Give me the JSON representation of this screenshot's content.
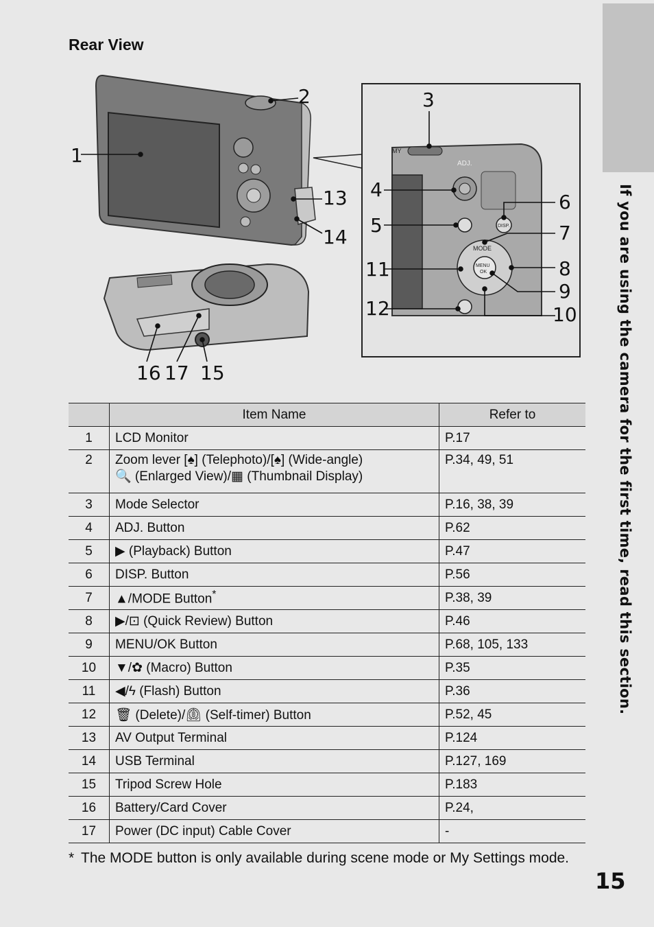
{
  "heading": "Rear View",
  "side_title": "If you are using the camera for the first time, read this section.",
  "page_number": "15",
  "figure_labels": {
    "adj": "ADJ.",
    "disp": "DISP.",
    "mode": "MODE",
    "menu": "MENU",
    "ok": "OK",
    "my": "MY"
  },
  "callouts": [
    "1",
    "2",
    "3",
    "4",
    "5",
    "6",
    "7",
    "8",
    "9",
    "10",
    "11",
    "12",
    "13",
    "14",
    "15",
    "16",
    "17"
  ],
  "table": {
    "headers": [
      "",
      "Item Name",
      "Refer to"
    ],
    "rows": [
      {
        "num": "1",
        "name": "LCD Monitor",
        "ref": "P.17"
      },
      {
        "num": "2",
        "name": "Zoom lever [♠] (Telephoto)/[♠] (Wide-angle)",
        "name2": "🔍 (Enlarged View)/▦ (Thumbnail Display)",
        "ref": "P.34, 49, 51"
      },
      {
        "num": "3",
        "name": "Mode Selector",
        "ref": "P.16, 38, 39"
      },
      {
        "num": "4",
        "name": "ADJ. Button",
        "ref": "P.62"
      },
      {
        "num": "5",
        "name": "▶ (Playback) Button",
        "ref": "P.47"
      },
      {
        "num": "6",
        "name": "DISP. Button",
        "ref": "P.56"
      },
      {
        "num": "7",
        "name": "▲/MODE Button",
        "ref": "P.38, 39"
      },
      {
        "num": "8",
        "name": "▶/⊡ (Quick Review) Button",
        "ref": "P.46"
      },
      {
        "num": "9",
        "name": "MENU/OK Button",
        "ref": "P.68, 105, 133"
      },
      {
        "num": "10",
        "name": "▼/✿ (Macro) Button",
        "ref": "P.35"
      },
      {
        "num": "11",
        "name": "◀/ϟ (Flash) Button",
        "ref": "P.36"
      },
      {
        "num": "12",
        "name": "🗑 (Delete)/⏲ (Self-timer) Button",
        "ref": "P.52, 45"
      },
      {
        "num": "13",
        "name": "AV Output Terminal",
        "ref": "P.124"
      },
      {
        "num": "14",
        "name": "USB Terminal",
        "ref": "P.127, 169"
      },
      {
        "num": "15",
        "name": "Tripod Screw Hole",
        "ref": "P.183"
      },
      {
        "num": "16",
        "name": "Battery/Card Cover",
        "ref": "P.24,"
      },
      {
        "num": "17",
        "name": "Power (DC input) Cable Cover",
        "ref": "-"
      }
    ]
  },
  "footnote_mark": "*",
  "footnote": "The MODE button is only available during scene mode or My Settings mode.",
  "colors": {
    "page": "#e8e8e8",
    "tab": "#c2c2c2",
    "header_row": "#d4d4d4"
  }
}
